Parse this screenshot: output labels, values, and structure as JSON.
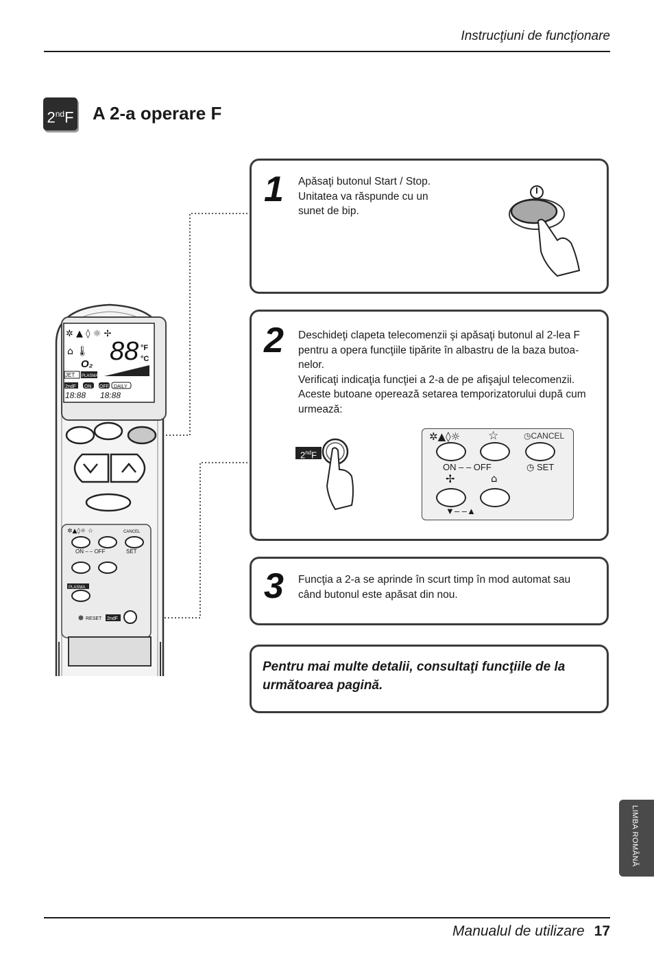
{
  "header": {
    "title": "Instrucţiuni de funcţionare"
  },
  "section": {
    "badge_main": "2",
    "badge_sup": "nd",
    "badge_letter": "F",
    "title": "A 2-a operare F"
  },
  "steps": [
    {
      "number": "1",
      "lines": [
        "Apăsaţi butonul Start / Stop.",
        "Unitatea va răspunde cu un",
        "sunet de bip."
      ]
    },
    {
      "number": "2",
      "lines": [
        "Deschideţi clapeta telecomenzii şi apăsaţi butonul al 2-lea F",
        "pentru a opera funcţiile tipărite în albastru de la baza butoa-",
        "nelor.",
        "Verificaţi indicaţia funcţiei a 2-a de pe afişajul telecomenzii.",
        "Aceste butoane operează setarea temporizatorului după cum",
        "urmează:"
      ]
    },
    {
      "number": "3",
      "lines": [
        "Funcţia a 2-a se aprinde în scurt timp în mod automat sau",
        "când butonul este apăsat din nou."
      ]
    }
  ],
  "timer_panel": {
    "cancel_label": "CANCEL",
    "on_off_label": "ON –  – OFF",
    "set_label": "SET",
    "down_up_label": "▼–  –▲"
  },
  "remote": {
    "display_f": "°F",
    "display_c": "°C",
    "jet": "JET",
    "plasma": "PLASMA",
    "second_f": "2ndF",
    "on": "ON",
    "off": "OFF",
    "daily": "DAILY",
    "digits": "88",
    "small_digits": "18:88",
    "cancel": "CANCEL",
    "on_off": "ON –  – OFF",
    "set": "SET",
    "plasma_btn": "PLASMA",
    "reset": "RESET"
  },
  "note": {
    "text": "Pentru mai multe detalii, consultaţi funcţiile de la următoarea pagină."
  },
  "side_tab": {
    "text": "LIMBA ROMÂNĂ"
  },
  "footer": {
    "manual": "Manualul de utilizare",
    "page": "17"
  }
}
